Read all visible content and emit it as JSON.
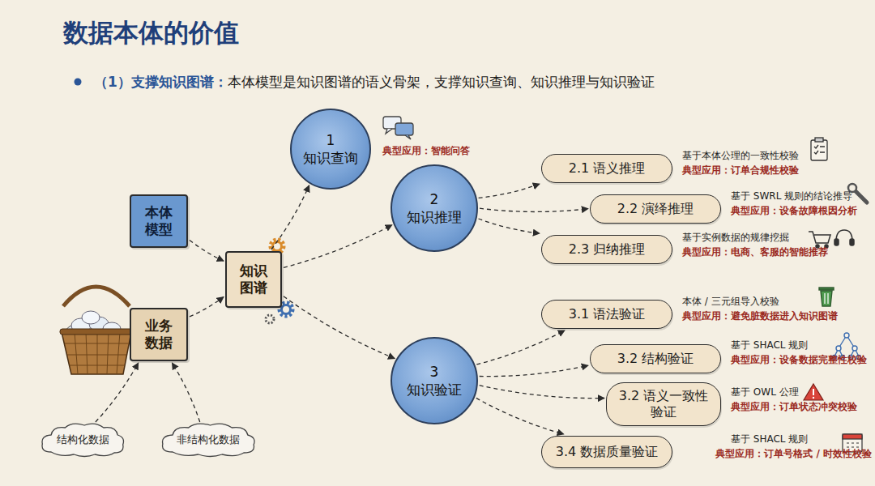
{
  "diagram": {
    "title": "数据本体的价值",
    "nodes": [
      {
        "text": [
          "本体模型"
        ]
      },
      {
        "text": [
          "业务数据"
        ]
      },
      {
        "text": [
          "结构化数据"
        ]
      },
      {
        "text": [
          "非结构化数据"
        ]
      },
      {
        "text": [
          "知识图谱"
        ]
      },
      {
        "text": [
          "1",
          "知识查询"
        ]
      },
      {
        "text": [
          "2",
          "知识推理"
        ]
      },
      {
        "text": [
          "3",
          "知识验证"
        ]
      },
      {
        "text": [
          "2.1 语义推理"
        ]
      },
      {
        "text": [
          "2.2 演绎推理"
        ]
      },
      {
        "text": [
          "2.3 归纳推理"
        ]
      },
      {
        "text": [
          "3.1 语法验证"
        ]
      },
      {
        "text": [
          "3.2 结构验证"
        ]
      },
      {
        "text": [
          "3.2 语义一致性验证"
        ]
      },
      {
        "text": [
          "3.4 数据质量验证"
        ]
      }
    ],
    "edges": [
      {
        "from": 0,
        "to": 4,
        "arrow": "to"
      },
      {
        "from": 1,
        "to": 4,
        "arrow": "to"
      },
      {
        "from": 2,
        "to": 1,
        "arrow": "to"
      },
      {
        "from": 3,
        "to": 1,
        "arrow": "to"
      },
      {
        "from": 4,
        "to": 5,
        "arrow": "to"
      },
      {
        "from": 4,
        "to": 6,
        "arrow": "to"
      },
      {
        "from": 4,
        "to": 7,
        "arrow": "to"
      },
      {
        "from": 6,
        "to": 8,
        "arrow": "to"
      },
      {
        "from": 6,
        "to": 9,
        "arrow": "to"
      },
      {
        "from": 6,
        "to": 10,
        "arrow": "to"
      },
      {
        "from": 7,
        "to": 11,
        "arrow": "to"
      },
      {
        "from": 7,
        "to": 12,
        "arrow": "to"
      },
      {
        "from": 7,
        "to": 13,
        "arrow": "to"
      },
      {
        "from": 7,
        "to": 14,
        "arrow": "to"
      }
    ],
    "labels": [
      "（1）支撑知识图谱：",
      "本体模型是知识图谱的语义骨架，支撑知识查询、知识推理与知识验证",
      "典型应用：智能问答",
      "基于本体公理的一致性校验",
      "典型应用：订单合规性校验",
      "基于 SWRL 规则的结论推导",
      "典型应用：设备故障根因分析",
      "基于实例数据的规律挖掘",
      "典型应用：电商、客服的智能推荐",
      "本体 / 三元组导入校验",
      "典型应用：避免脏数据进入知识图谱",
      "基于 SHACL 规则",
      "典型应用：设备数据完整性校验",
      "基于 OWL 公理",
      "典型应用：订单状态冲突校验",
      "基于 SHACL 规则",
      "典型应用：订单号格式 / 时效性校验"
    ]
  }
}
